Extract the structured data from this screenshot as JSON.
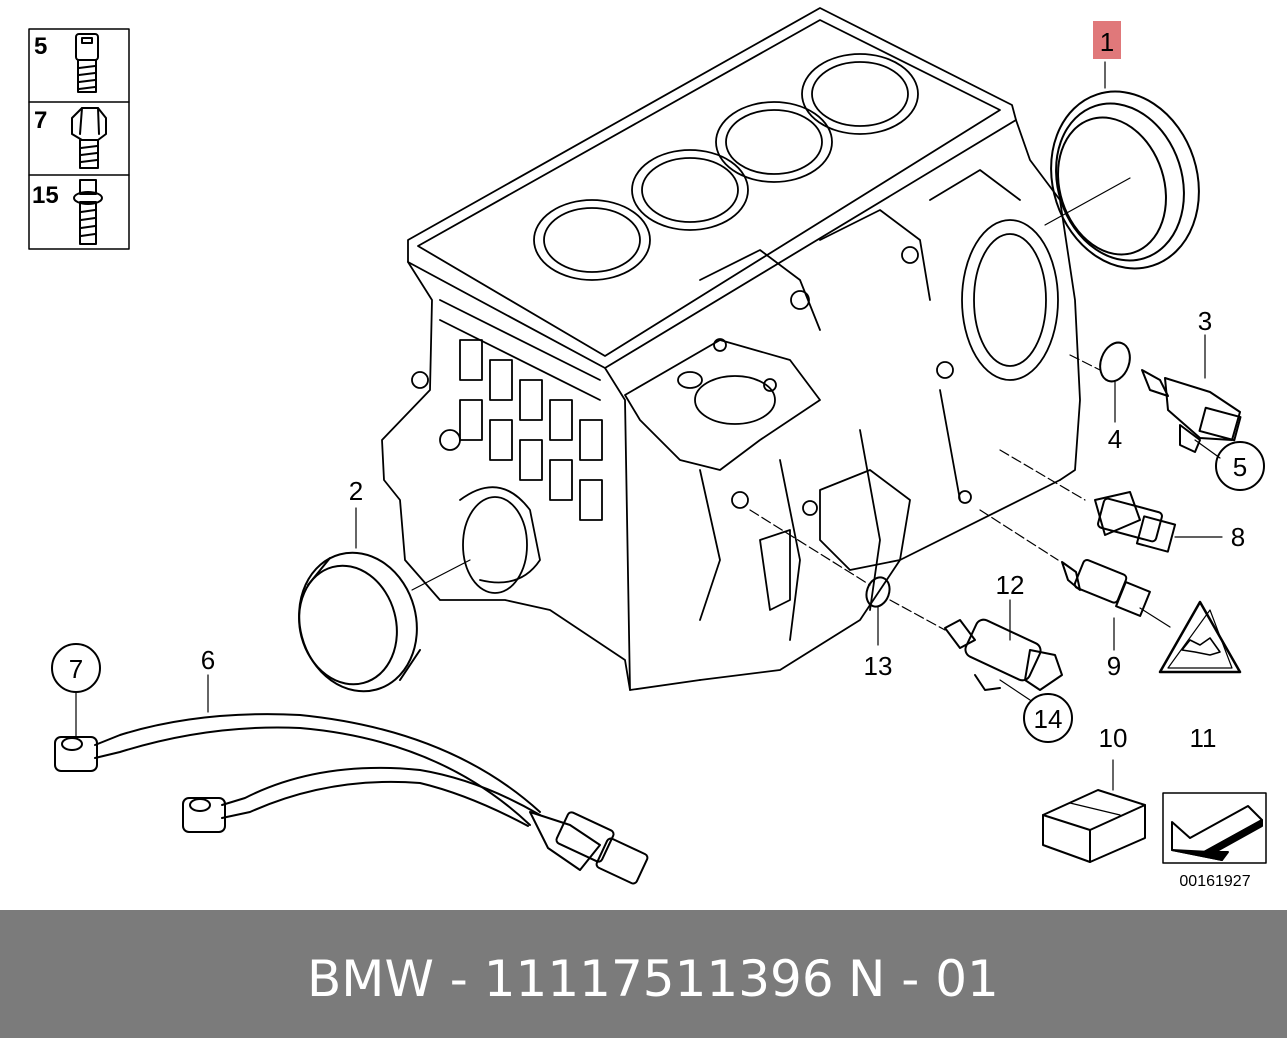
{
  "colors": {
    "line": "#000000",
    "highlight": "#e0787a",
    "footer_bg": "#7b7b7b",
    "footer_text": "#ffffff"
  },
  "legend": [
    {
      "number": "5",
      "icon": "socket-head-cap-screw-icon"
    },
    {
      "number": "7",
      "icon": "hex-head-bolt-icon"
    },
    {
      "number": "15",
      "icon": "flanged-bolt-with-washer-icon"
    }
  ],
  "callouts": {
    "c1": "1",
    "c2": "2",
    "c3": "3",
    "c4": "4",
    "c5": "5",
    "c6": "6",
    "c7": "7",
    "c8": "8",
    "c9": "9",
    "c10": "10",
    "c11": "11",
    "c12": "12",
    "c13": "13",
    "c14": "14"
  },
  "diagram_id": "00161927",
  "footer": {
    "part_code": "BMW - 11117511396",
    "variant": "N - 01"
  }
}
